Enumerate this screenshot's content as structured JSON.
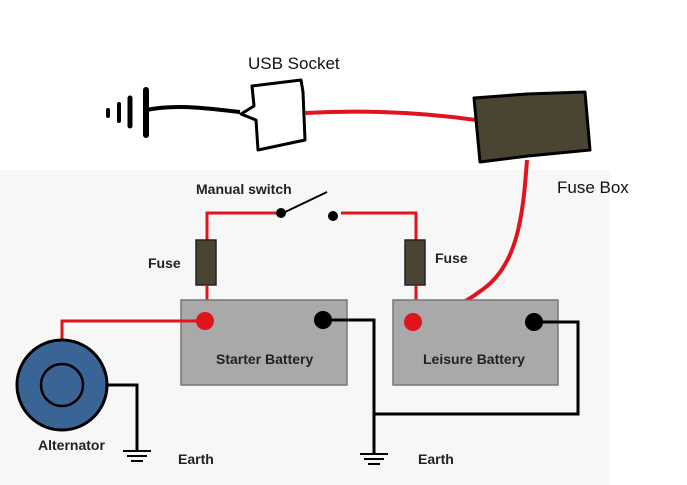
{
  "labels": {
    "usb_socket": "USB Socket",
    "fuse_box": "Fuse Box",
    "manual_switch": "Manual switch",
    "fuse_left": "Fuse",
    "fuse_right": "Fuse",
    "starter_battery": "Starter Battery",
    "leisure_battery": "Leisure Battery",
    "alternator": "Alternator",
    "earth_left": "Earth",
    "earth_right": "Earth"
  },
  "colors": {
    "positive_wire": "#e0141e",
    "negative_wire": "#000000",
    "battery_fill": "#a9a9a9",
    "fuse_fill": "#4a4533",
    "fuse_box_fill": "#4a4533",
    "alternator_fill": "#3b6496",
    "terminal_positive": "#e0141e",
    "terminal_negative": "#000000"
  },
  "icons": [
    "ground-symbol",
    "usb-socket-outline",
    "fuse-box",
    "manual-switch",
    "fuse",
    "battery",
    "alternator"
  ]
}
